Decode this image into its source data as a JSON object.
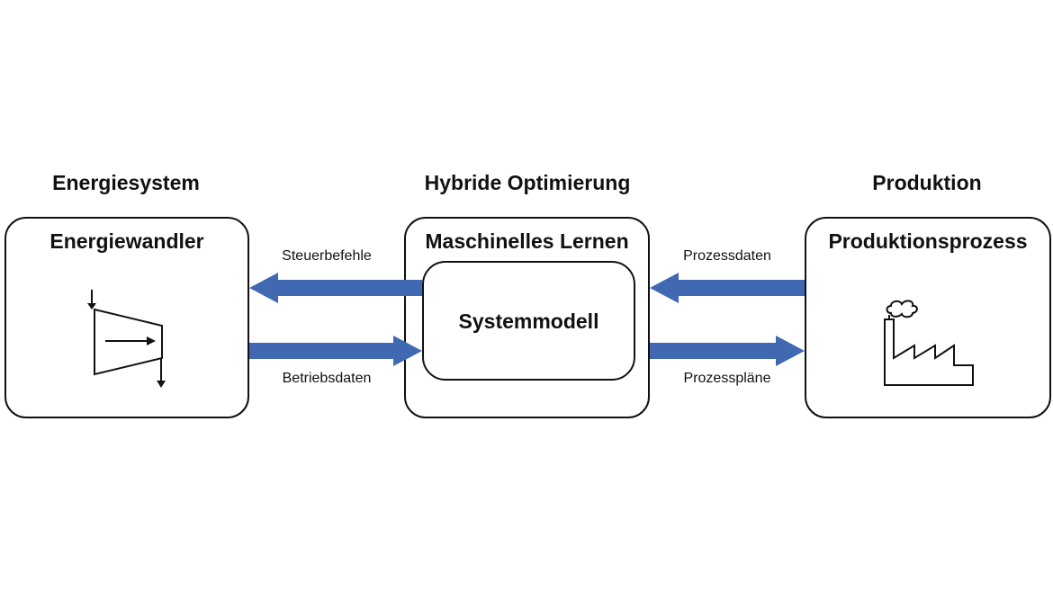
{
  "sections": {
    "left_title": "Energiesystem",
    "center_title": "Hybride Optimierung",
    "right_title": "Produktion"
  },
  "boxes": {
    "left": {
      "title": "Energiewandler",
      "icon": "turbine-icon"
    },
    "center": {
      "title": "Maschinelles Lernen",
      "inner_label": "Systemmodell"
    },
    "right": {
      "title": "Produktionsprozess",
      "icon": "factory-icon"
    }
  },
  "flows": {
    "left_top": "Steuerbefehle",
    "left_bottom": "Betriebsdaten",
    "right_top": "Prozessdaten",
    "right_bottom": "Prozesspläne"
  },
  "colors": {
    "arrow": "#4169B1",
    "outline": "#111111"
  }
}
